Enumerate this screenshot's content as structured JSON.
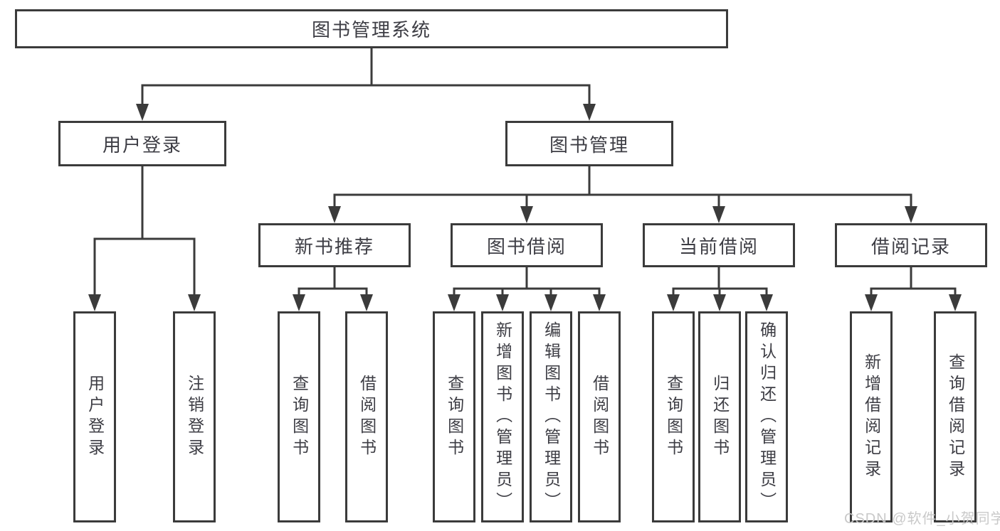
{
  "diagram": {
    "root": {
      "label": "图书管理系统"
    },
    "branches": [
      {
        "label": "用户登录",
        "children": [
          {
            "label": "用户登录"
          },
          {
            "label": "注销登录"
          }
        ]
      },
      {
        "label": "图书管理",
        "children": [
          {
            "label": "新书推荐",
            "children": [
              {
                "label": "查询图书"
              },
              {
                "label": "借阅图书"
              }
            ]
          },
          {
            "label": "图书借阅",
            "children": [
              {
                "label": "查询图书"
              },
              {
                "label": "新增图书（管理员）"
              },
              {
                "label": "编辑图书（管理员）"
              },
              {
                "label": "借阅图书"
              }
            ]
          },
          {
            "label": "当前借阅",
            "children": [
              {
                "label": "查询图书"
              },
              {
                "label": "归还图书"
              },
              {
                "label": "确认归还（管理员）"
              }
            ]
          },
          {
            "label": "借阅记录",
            "children": [
              {
                "label": "新增借阅记录"
              },
              {
                "label": "查询借阅记录"
              }
            ]
          }
        ]
      }
    ]
  },
  "watermark": {
    "text": "CSDN @软件_小贺同学"
  },
  "colors": {
    "line": "#3b3b3b",
    "box_border": "#3b3b3b",
    "text": "#3d3d44",
    "watermark": "#c9c9c9",
    "background": "#ffffff"
  }
}
